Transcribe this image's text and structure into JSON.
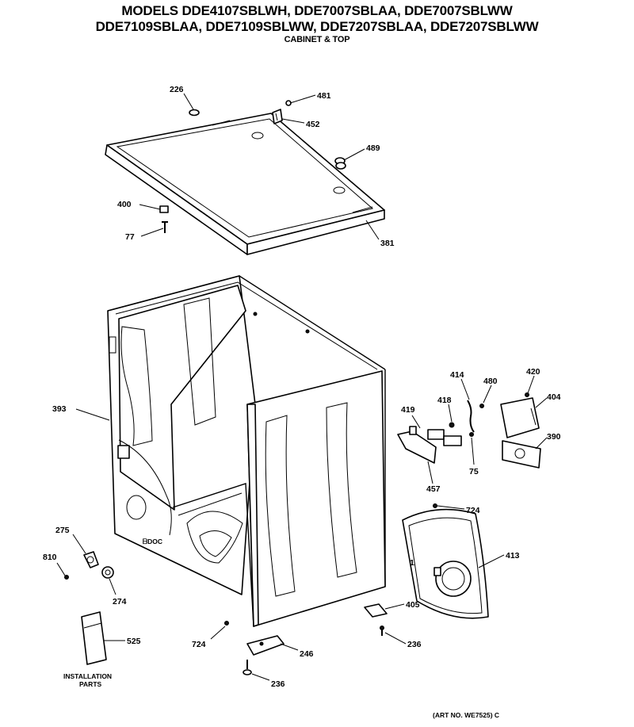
{
  "header": {
    "line1": "MODELS DDE4107SBLWH, DDE7007SBLAA, DDE7007SBLWW",
    "line2": "DDE7109SBLAA, DDE7109SBLWW, DDE7207SBLAA, DDE7207SBLWW",
    "line3": "CABINET & TOP"
  },
  "callouts": {
    "p226": "226",
    "p481": "481",
    "p452": "452",
    "p489": "489",
    "p400": "400",
    "p77": "77",
    "p381": "381",
    "p393": "393",
    "p414": "414",
    "p480": "480",
    "p420": "420",
    "p418": "418",
    "p404": "404",
    "p419": "419",
    "p390": "390",
    "p457": "457",
    "p75": "75",
    "p724a": "724",
    "p413": "413",
    "p275": "275",
    "p810": "810",
    "p274": "274",
    "p405": "405",
    "p525": "525",
    "p724b": "724",
    "p246": "246",
    "p236a": "236",
    "p236b": "236"
  },
  "installation": {
    "line1": "INSTALLATION",
    "line2": "PARTS"
  },
  "panel_mark": "1",
  "art_number": "(ART NO. WE7525) C"
}
